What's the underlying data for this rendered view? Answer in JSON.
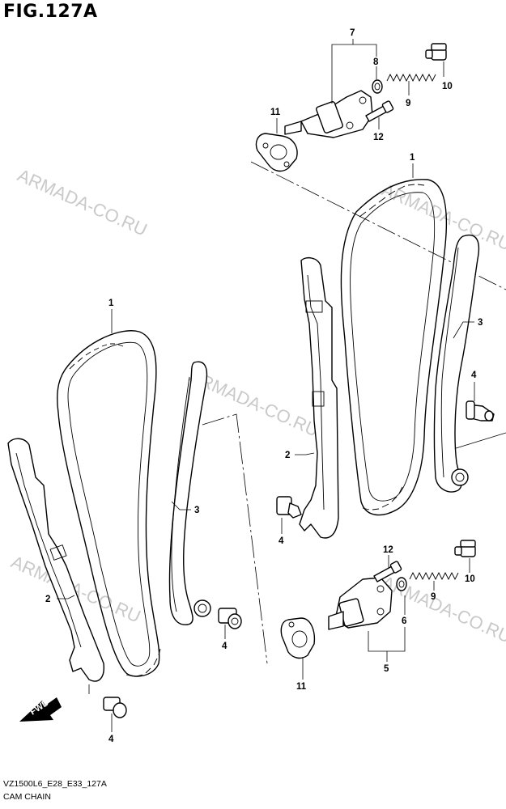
{
  "figure": {
    "title": "FIG.127A",
    "footer_code": "VZ1500L6_E28_E33_127A",
    "footer_name": "CAM CHAIN"
  },
  "watermark": "ARMADA-CO.RU",
  "fwd_label": "FWD",
  "callouts": {
    "c1_top": "1",
    "c1_left": "1",
    "c2_right": "2",
    "c2_left": "2",
    "c3_right": "3",
    "c3_left": "3",
    "c4_right_top": "4",
    "c4_center": "4",
    "c4_left_mid": "4",
    "c4_left_bottom": "4",
    "c5": "5",
    "c6": "6",
    "c7": "7",
    "c8": "8",
    "c9_top": "9",
    "c9_bottom": "9",
    "c10_top": "10",
    "c10_bottom": "10",
    "c11_top": "11",
    "c11_bottom": "11",
    "c12_top": "12",
    "c12_bottom": "12"
  }
}
